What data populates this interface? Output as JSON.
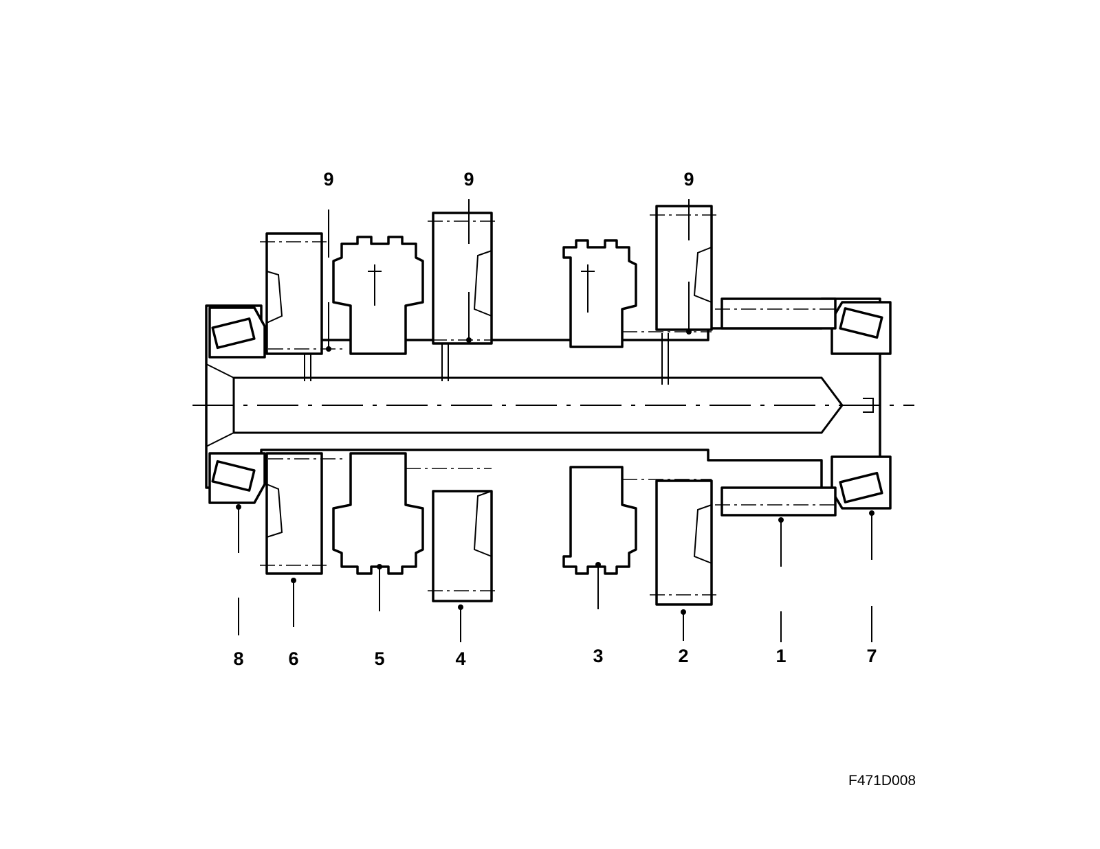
{
  "figure_code": "F471D008",
  "callouts": {
    "top": [
      {
        "number": "9"
      },
      {
        "number": "9"
      },
      {
        "number": "9"
      }
    ],
    "bottom": [
      {
        "number": "8"
      },
      {
        "number": "6"
      },
      {
        "number": "5"
      },
      {
        "number": "4"
      },
      {
        "number": "3"
      },
      {
        "number": "2"
      },
      {
        "number": "1"
      },
      {
        "number": "7"
      }
    ]
  },
  "colors": {
    "line": "#000000",
    "background": "#ffffff"
  }
}
